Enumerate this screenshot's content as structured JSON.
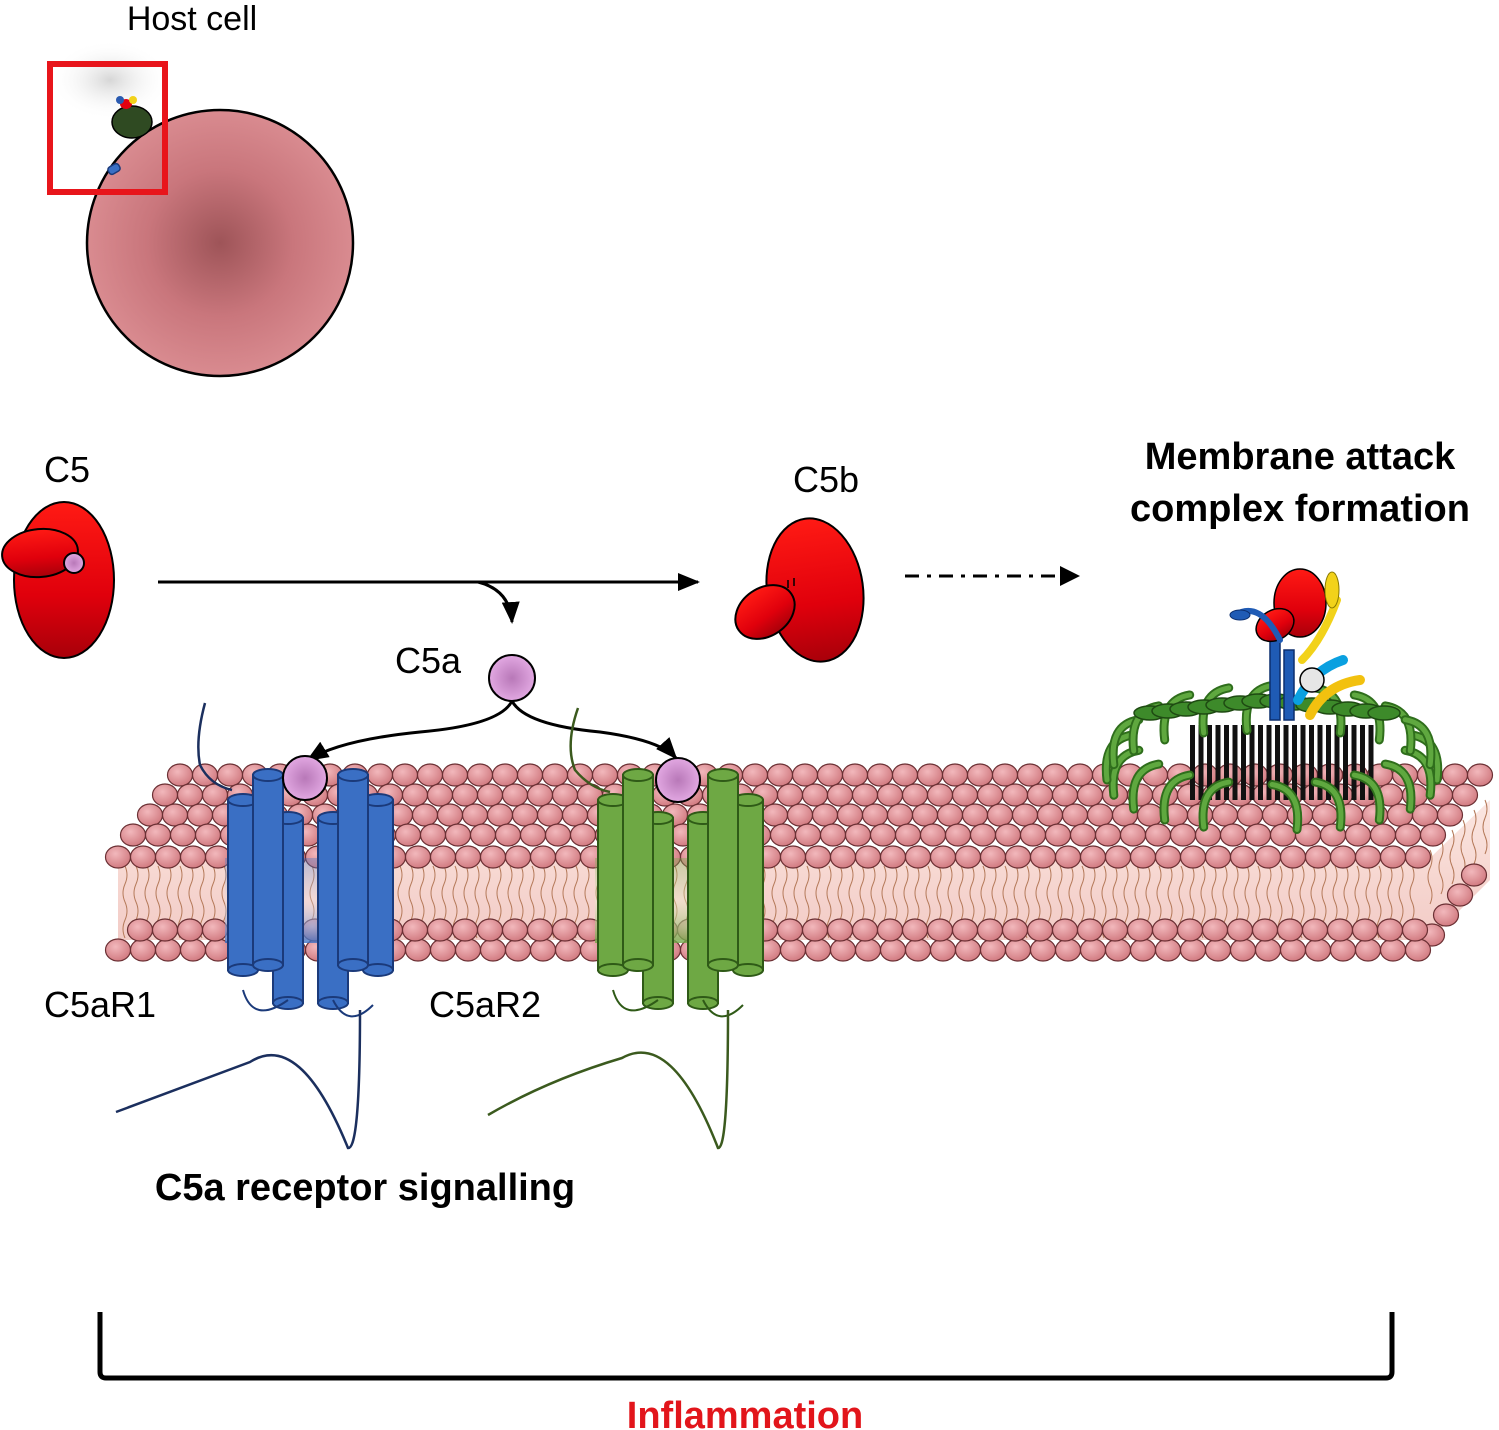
{
  "labels": {
    "host_cell": "Host cell",
    "c5": "C5",
    "c5b": "C5b",
    "c5a": "C5a",
    "mac_line1": "Membrane attack",
    "mac_line2": "complex formation",
    "c5ar1": "C5aR1",
    "c5ar2": "C5aR2",
    "signalling": "C5a receptor signalling",
    "inflammation": "Inflammation"
  },
  "colors": {
    "c5_red": "#e2000f",
    "c5a_pink": "#d69ad6",
    "membrane_head": "#dc8a8f",
    "host_cell": "#cf7a80",
    "c5ar1_blue": "#3a6fc4",
    "c5ar2_green": "#6ea844",
    "mac_green": "#3d8a2a",
    "highlight_box": "#e8151b",
    "inflammation_text": "#e2151b"
  },
  "icons": {
    "c5": "c5-protein-icon",
    "c5b": "c5b-protein-icon",
    "c5a": "c5a-fragment-icon",
    "mac": "membrane-attack-complex-icon",
    "c5ar1": "c5ar1-receptor-icon",
    "c5ar2": "c5ar2-receptor-icon"
  }
}
